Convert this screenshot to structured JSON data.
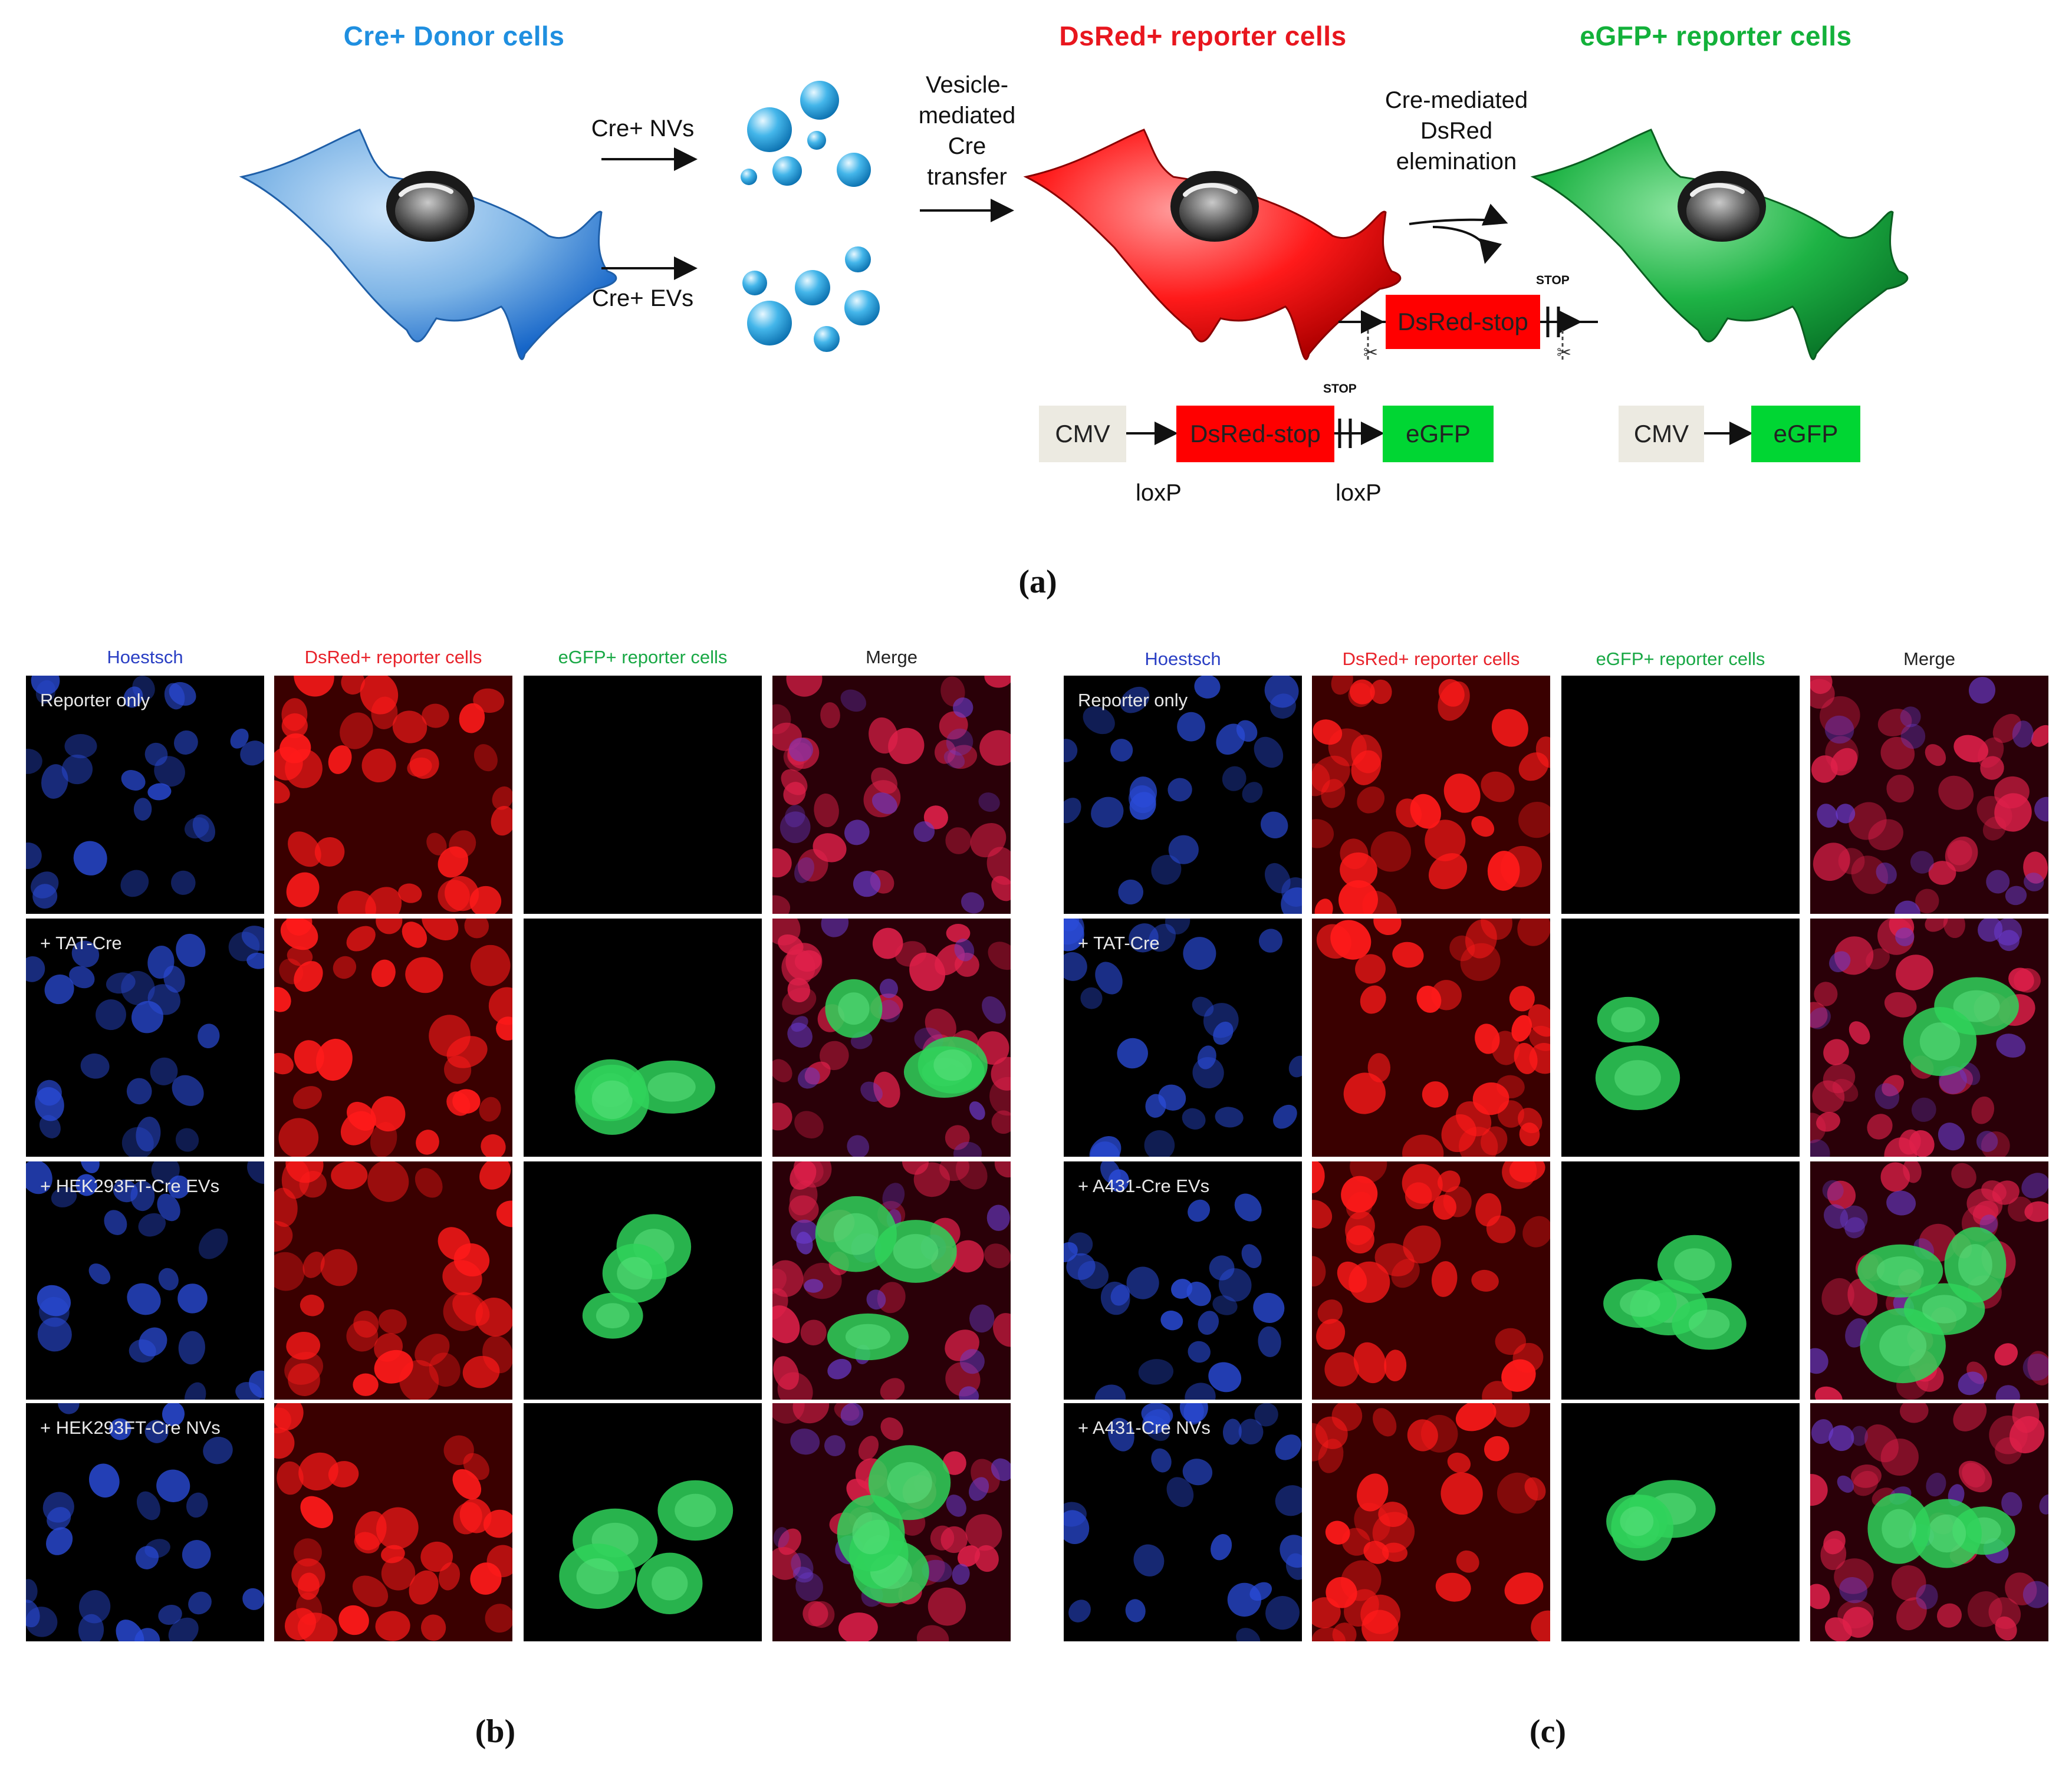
{
  "panel_a": {
    "headings": {
      "donor": "Cre+ Donor cells",
      "dsred": "DsRed+ reporter cells",
      "egfp": "eGFP+ reporter cells"
    },
    "arrows": {
      "nvs": "Cre+ NVs",
      "evs": "Cre+ EVs",
      "transfer_lines": [
        "Vesicle-",
        "mediated",
        "Cre",
        "transfer"
      ],
      "elimination_lines": [
        "Cre-mediated",
        "DsRed",
        "elemination"
      ]
    },
    "constructs": {
      "excised_box": "DsRed-stop",
      "stop": "STOP",
      "cmv": "CMV",
      "dsred_stop": "DsRed-stop",
      "egfp": "eGFP",
      "loxp_left": "loxP",
      "loxp_right": "loxP",
      "cmv2": "CMV",
      "egfp2": "eGFP"
    },
    "colors": {
      "donor": "#1f8fe0",
      "dsred": "#e8161e",
      "egfp": "#13b13a",
      "red_box": "#ff0000",
      "green_box": "#00d633",
      "cmv_box": "#eceae1"
    },
    "caption": "(a)"
  },
  "panel_b": {
    "columns": [
      "Hoestsch",
      "DsRed+ reporter cells",
      "eGFP+ reporter cells",
      "Merge"
    ],
    "rows": [
      "Reporter only",
      "+ TAT-Cre",
      "+ HEK293FT-Cre EVs",
      "+ HEK293FT-Cre NVs"
    ],
    "caption": "(b)"
  },
  "panel_c": {
    "columns": [
      "Hoestsch",
      "DsRed+ reporter cells",
      "eGFP+ reporter cells",
      "Merge"
    ],
    "rows": [
      "Reporter only",
      "+ TAT-Cre",
      "+ A431-Cre EVs",
      "+ A431-Cre NVs"
    ],
    "caption": "(c)"
  },
  "column_colors": [
    "#2a3fc4",
    "#e8232b",
    "#19a845",
    "#222222"
  ]
}
